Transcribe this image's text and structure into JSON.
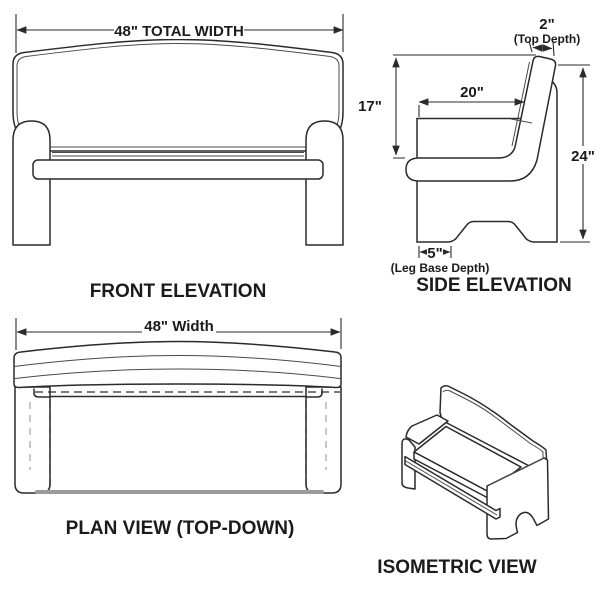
{
  "drawing": {
    "subject": "bench",
    "background_color": "#ffffff",
    "line_color": "#2a2a2a",
    "hidden_line_color": "#9a9a9a",
    "shaded_edge_color": "#9b9b9b"
  },
  "views": {
    "front": {
      "title": "FRONT ELEVATION",
      "dim_total_width": "48\" TOTAL WIDTH"
    },
    "side": {
      "title": "SIDE ELEVATION",
      "dim_top_depth_value": "2\"",
      "dim_top_depth_label": "(Top Depth)",
      "dim_seat_depth": "20\"",
      "dim_seat_height": "17\"",
      "dim_total_height": "24\"",
      "dim_leg_base_value": "5\"",
      "dim_leg_base_label": "(Leg Base Depth)"
    },
    "plan": {
      "title": "PLAN VIEW (TOP-DOWN)",
      "dim_width": "48\" Width"
    },
    "isometric": {
      "title": "ISOMETRIC VIEW"
    }
  }
}
